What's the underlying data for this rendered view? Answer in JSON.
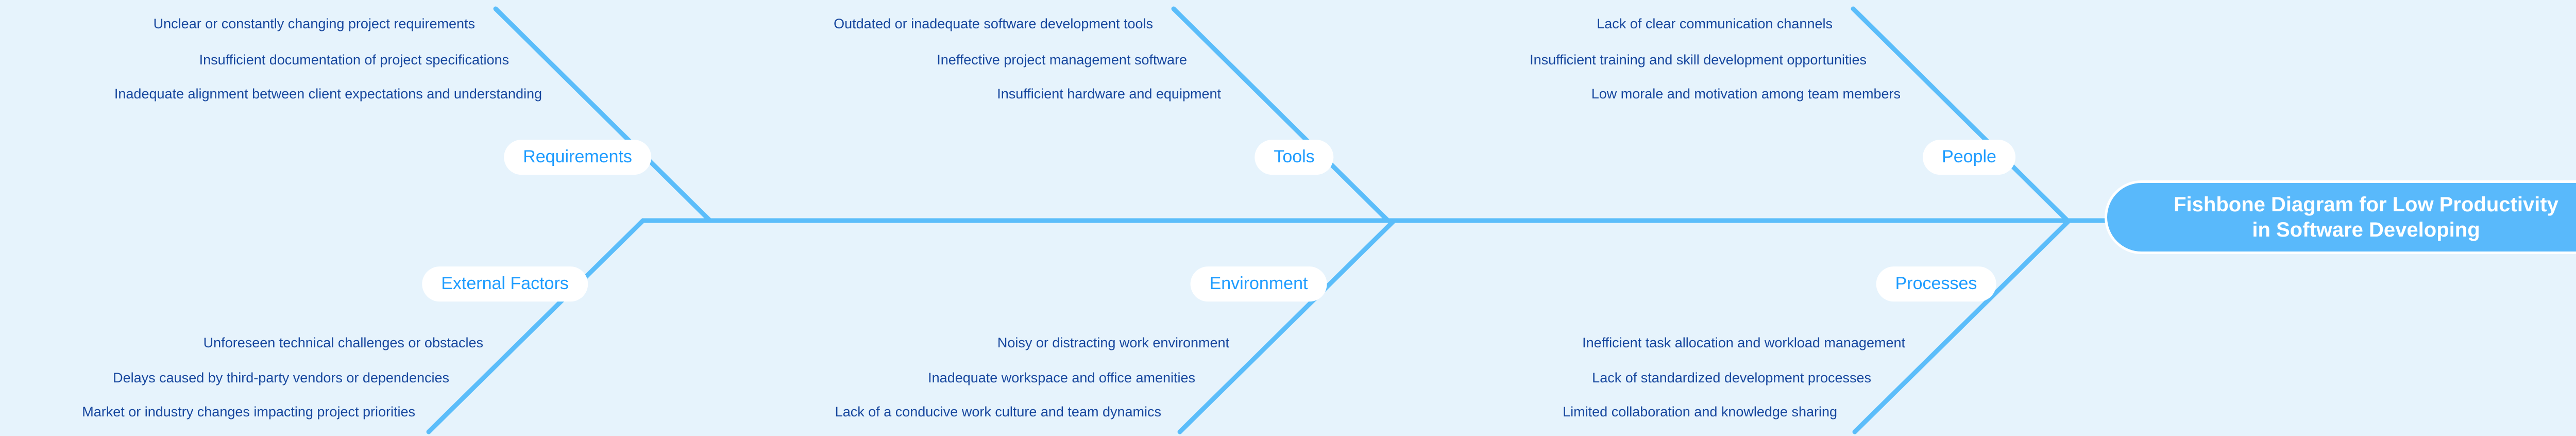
{
  "diagram": {
    "type": "fishbone",
    "title": "Fishbone Diagram for Low Productivity in Software Developing",
    "title_line1": "Fishbone Diagram for Low Productivity",
    "title_line2": "in Software Developing",
    "colors": {
      "background": "#e6f3fc",
      "bone": "#5bbdfa",
      "pill_background": "#ffffff",
      "pill_text": "#1e9cff",
      "cause_text": "#17479e",
      "head_background": "#59b9fb",
      "head_text": "#ffffff"
    },
    "categories": [
      {
        "label": "Requirements",
        "side": "top",
        "causes": [
          "Unclear or constantly changing project requirements",
          "Insufficient documentation of project specifications",
          "Inadequate alignment between client expectations and understanding"
        ]
      },
      {
        "label": "Tools",
        "side": "top",
        "causes": [
          "Outdated or inadequate software development tools",
          "Ineffective project management software",
          "Insufficient hardware and equipment"
        ]
      },
      {
        "label": "People",
        "side": "top",
        "causes": [
          "Lack of clear communication channels",
          "Insufficient training and skill development opportunities",
          "Low morale and motivation among team members"
        ]
      },
      {
        "label": "External Factors",
        "side": "bottom",
        "causes": [
          "Unforeseen technical challenges or obstacles",
          "Delays caused by third-party vendors or dependencies",
          "Market or industry changes impacting project priorities"
        ]
      },
      {
        "label": "Environment",
        "side": "bottom",
        "causes": [
          "Noisy or distracting work environment",
          "Inadequate workspace and office amenities",
          "Lack of a conducive work culture and team dynamics"
        ]
      },
      {
        "label": "Processes",
        "side": "bottom",
        "causes": [
          "Inefficient task allocation and workload management",
          "Lack of standardized development processes",
          "Limited collaboration and knowledge sharing"
        ]
      }
    ]
  }
}
